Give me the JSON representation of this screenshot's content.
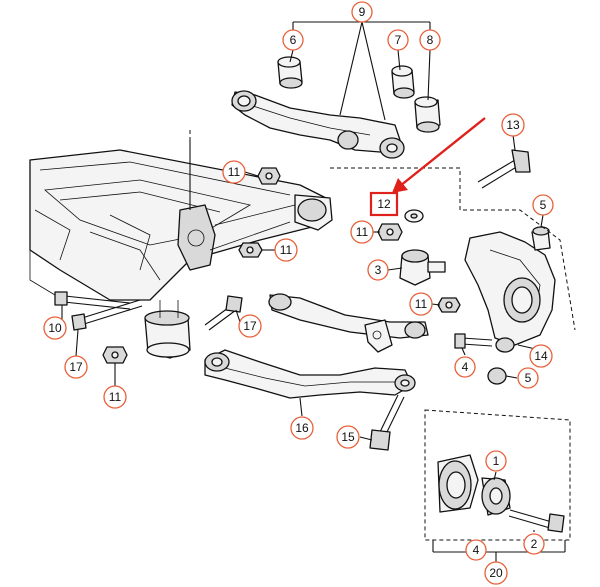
{
  "diagram": {
    "accent_color": "#e8603a",
    "highlight_color": "#e0201a",
    "callouts": [
      {
        "id": "c9",
        "label": "9"
      },
      {
        "id": "c6",
        "label": "6"
      },
      {
        "id": "c7",
        "label": "7"
      },
      {
        "id": "c8",
        "label": "8"
      },
      {
        "id": "c13",
        "label": "13"
      },
      {
        "id": "c11a",
        "label": "11"
      },
      {
        "id": "c12",
        "label": "12"
      },
      {
        "id": "c5a",
        "label": "5"
      },
      {
        "id": "c11b",
        "label": "11"
      },
      {
        "id": "c11c",
        "label": "11"
      },
      {
        "id": "c3",
        "label": "3"
      },
      {
        "id": "c11d",
        "label": "11"
      },
      {
        "id": "c17a",
        "label": "17"
      },
      {
        "id": "c10",
        "label": "10"
      },
      {
        "id": "c17b",
        "label": "17"
      },
      {
        "id": "c11e",
        "label": "11"
      },
      {
        "id": "c4a",
        "label": "4"
      },
      {
        "id": "c14",
        "label": "14"
      },
      {
        "id": "c5b",
        "label": "5"
      },
      {
        "id": "c16",
        "label": "16"
      },
      {
        "id": "c15",
        "label": "15"
      },
      {
        "id": "c1",
        "label": "1"
      },
      {
        "id": "c4b",
        "label": "4"
      },
      {
        "id": "c2",
        "label": "2"
      },
      {
        "id": "c20",
        "label": "20"
      }
    ]
  }
}
